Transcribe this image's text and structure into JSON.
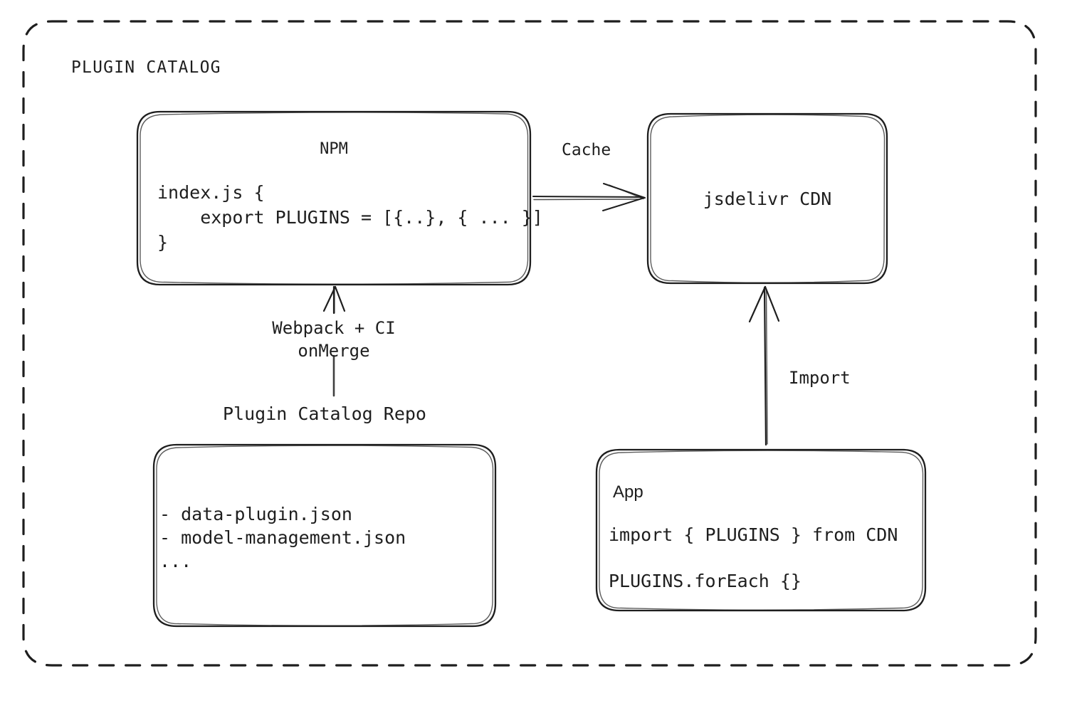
{
  "diagram": {
    "container": {
      "title": "PLUGIN CATALOG",
      "border_style": "dashed",
      "stroke_color": "#1e1e1e",
      "background": "#ffffff"
    },
    "nodes": {
      "npm": {
        "title": "NPM",
        "code": [
          "index.js {",
          "    export PLUGINS = [{..}, { ... }]",
          "}"
        ],
        "code_text": "index.js {\n    export PLUGINS = [{..}, { ... }]\n}"
      },
      "cdn": {
        "title": "jsdelivr CDN"
      },
      "repo": {
        "label": "Plugin Catalog Repo",
        "items": [
          "- data-plugin.json",
          "- model-management.json",
          "..."
        ],
        "items_text": "- data-plugin.json\n- model-management.json\n..."
      },
      "app": {
        "title": "App",
        "line1": "import { PLUGINS } from CDN",
        "line2": "PLUGINS.forEach {}"
      }
    },
    "edges": {
      "cache": {
        "label": "Cache",
        "from": "npm",
        "to": "cdn",
        "direction": "right"
      },
      "build": {
        "label_line1": "Webpack + CI",
        "label_line2": "onMerge",
        "from": "repo",
        "to": "npm",
        "direction": "up"
      },
      "import": {
        "label": "Import",
        "from": "app",
        "to": "cdn",
        "direction": "up"
      }
    }
  }
}
